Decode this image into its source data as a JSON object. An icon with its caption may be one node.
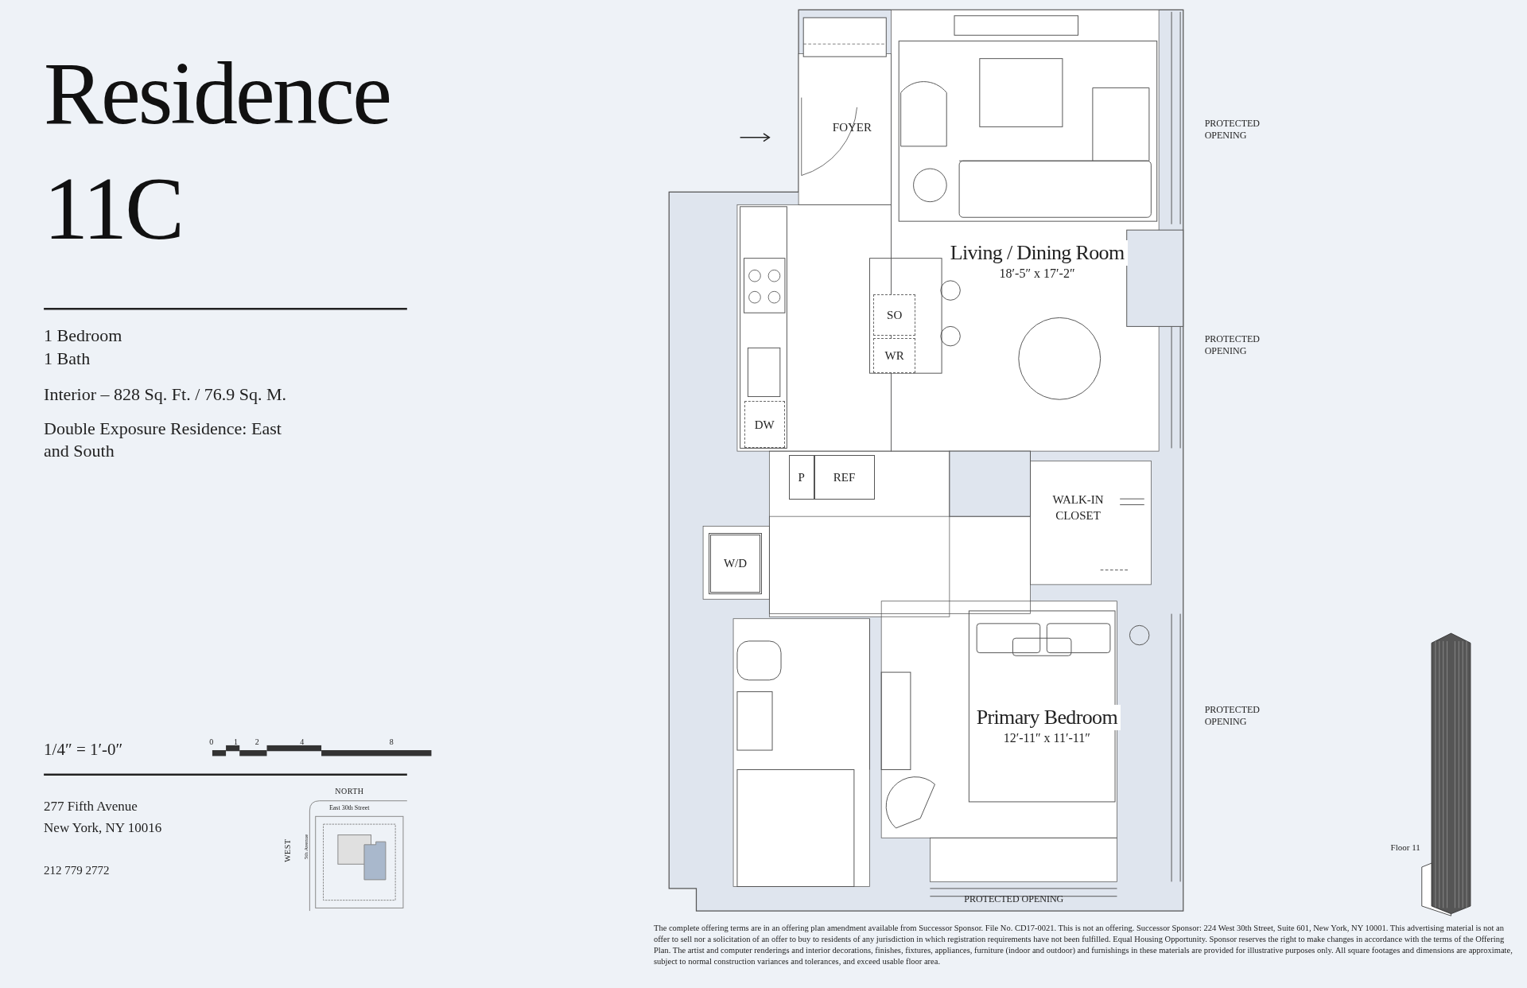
{
  "diagram": {
    "title": "Residence 11C",
    "caption": "The complete offering terms are in an offering plan amendment available from Successor Sponsor. File No. CD17-0021. This is not an offering. Successor Sponsor: 224 West 30th Street, Suite 601, New York, NY 10001. This advertising material is not an offer to sell nor a solicitation of an offer to buy to residents of any jurisdiction in which registration requirements have not been fulfilled. Equal Housing Opportunity. Sponsor reserves the right to make changes in accordance with the terms of the Offering Plan. The artist and computer renderings and interior decorations, finishes, fixtures, appliances, furniture (indoor and outdoor) and furnishings in these materials are provided for illustrative purposes only. All square footages and dimensions are approximate, subject to normal construction variances and tolerances, and exceed usable floor area.",
    "nodes": [
      {
        "text": [
          "FOYER"
        ]
      },
      {
        "text": [
          "Living / Dining Room",
          "18′-5″ x 17′-2″"
        ]
      },
      {
        "text": [
          "SO"
        ]
      },
      {
        "text": [
          "WR"
        ]
      },
      {
        "text": [
          "DW"
        ]
      },
      {
        "text": [
          "P"
        ]
      },
      {
        "text": [
          "REF"
        ]
      },
      {
        "text": [
          "W/D"
        ]
      },
      {
        "text": [
          "WALK-IN CLOSET"
        ]
      },
      {
        "text": [
          "Primary Bedroom",
          "12′-11″ x 11′-11″"
        ]
      }
    ],
    "labels": [
      "1 Bedroom",
      "1 Bath",
      "Interior – 828 Sq. Ft. / 76.9 Sq. M.",
      "Double Exposure Residence: East and South",
      "1/4″ = 1′-0″",
      "0",
      "1",
      "2",
      "4",
      "8",
      "277 Fifth Avenue",
      "New York, NY 10016",
      "212 779 2772",
      "NORTH",
      "East 30th Street",
      "WEST",
      "5th Avenue",
      "PROTECTED OPENING",
      "PROTECTED OPENING",
      "PROTECTED OPENING",
      "PROTECTED OPENING",
      "Floor 11"
    ]
  }
}
